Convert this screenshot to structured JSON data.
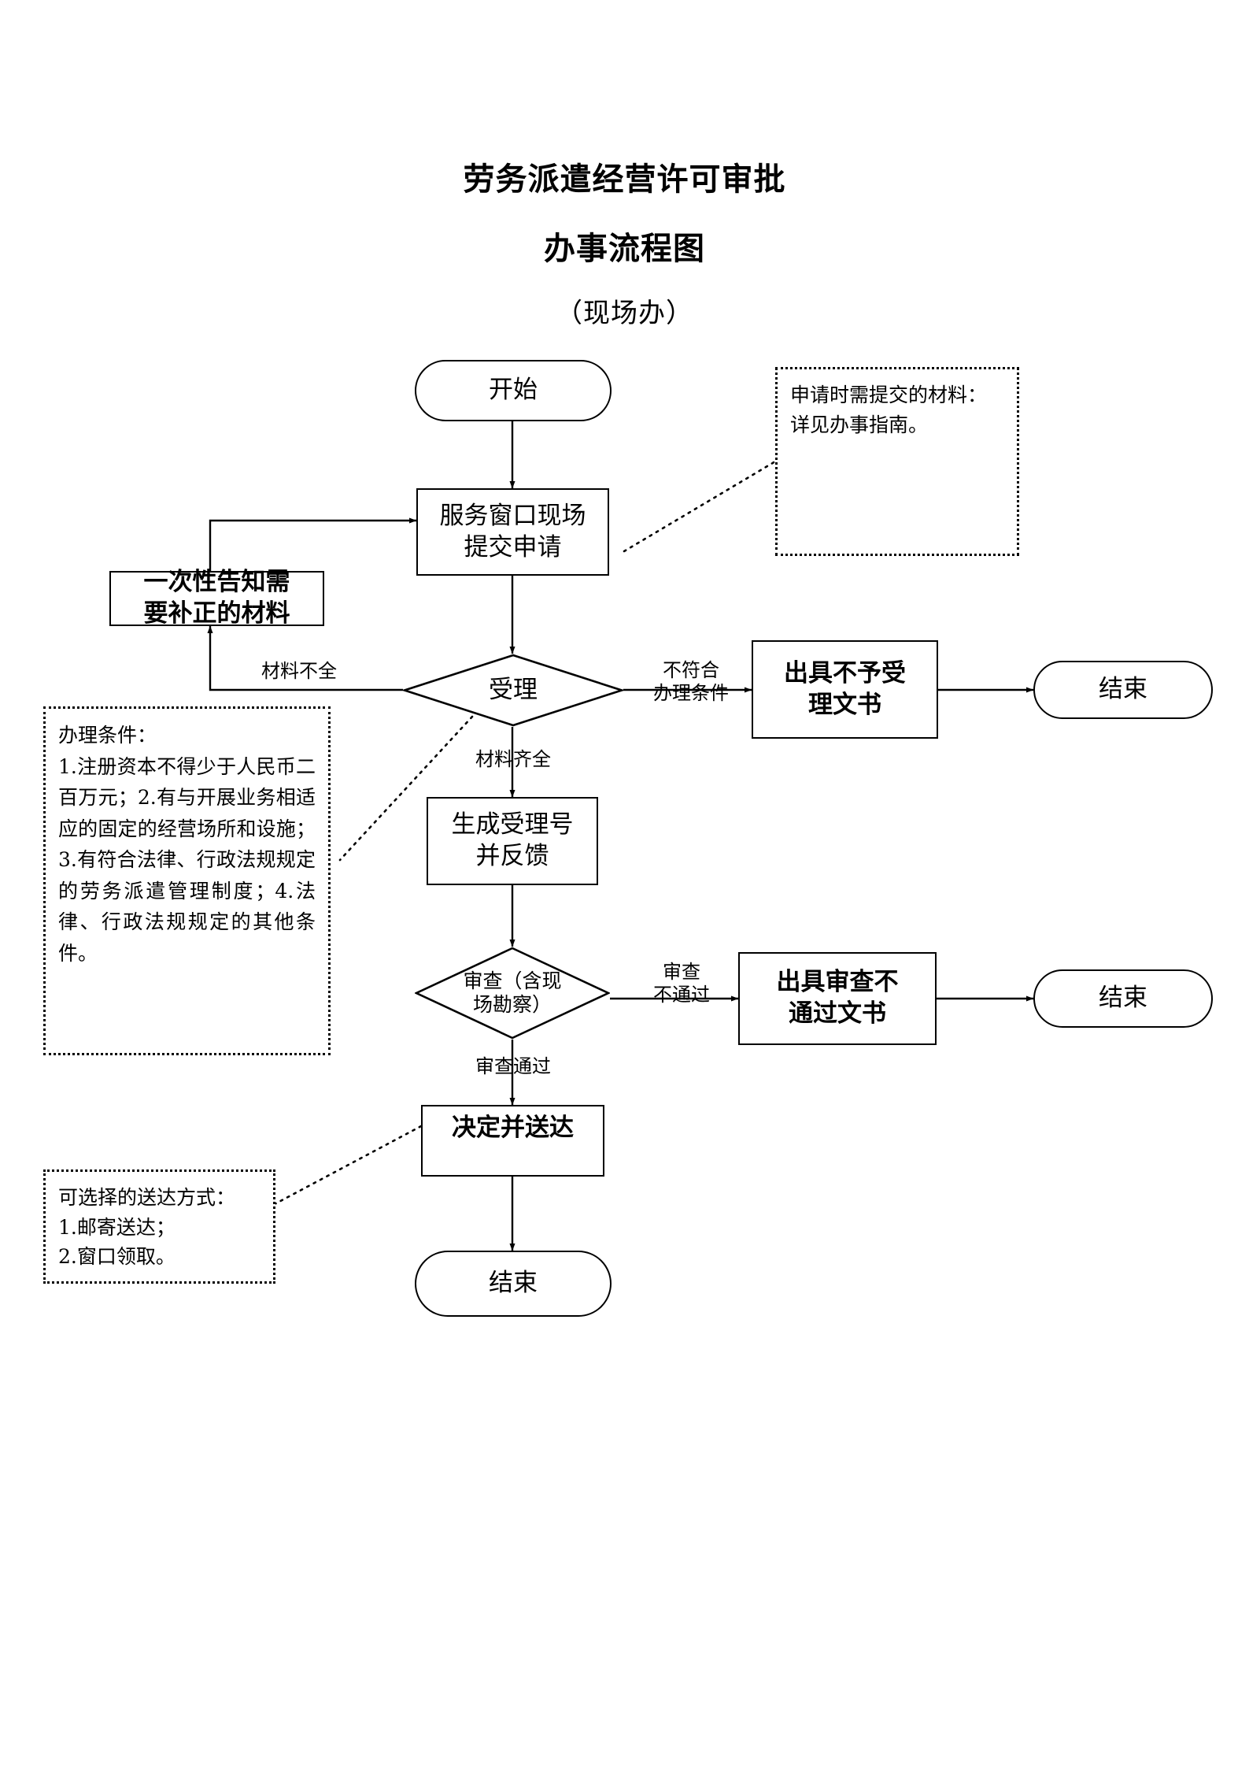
{
  "title": {
    "line1": "劳务派遣经营许可审批",
    "line2": "办事流程图",
    "line3": "（现场办）"
  },
  "nodes": {
    "start": "开始",
    "submit": "服务窗口现场\n提交申请",
    "notify_supplement": "一次性告知需\n要补正的材料",
    "accept_decision": "受理",
    "issue_reject_acceptance": "出具不予受\n理文书",
    "end_reject_acceptance": "结束",
    "generate_number": "生成受理号\n并反馈",
    "review_decision": "审查（含现\n场勘察）",
    "issue_review_fail": "出具审查不\n通过文书",
    "end_review_fail": "结束",
    "decide_deliver": "决定并送达",
    "end_final": "结束"
  },
  "edge_labels": {
    "materials_incomplete": "材料不全",
    "not_meet_conditions": "不符合\n办理条件",
    "materials_complete": "材料齐全",
    "review_fail": "审查\n不通过",
    "review_pass": "审查通过"
  },
  "notes": {
    "application_materials": "申请时需提交的材料：\n详见办事指南。",
    "handling_conditions": "办理条件：\n1.注册资本不得少于人民币二百万元；2.有与开展业务相适应的固定的经营场所和设施；3.有符合法律、行政法规规定的劳务派遣管理制度；4.法律、行政法规规定的其他条件。",
    "delivery_methods": "可选择的送达方式：\n1.邮寄送达；\n2.窗口领取。"
  },
  "colors": {
    "stroke": "#000000",
    "background": "#ffffff",
    "text": "#000000"
  },
  "chart_data": {
    "type": "flowchart",
    "title": "劳务派遣经营许可审批 办事流程图（现场办）",
    "nodes": [
      {
        "id": "start",
        "shape": "terminator",
        "label": "开始"
      },
      {
        "id": "submit",
        "shape": "process",
        "label": "服务窗口现场提交申请"
      },
      {
        "id": "notify_supplement",
        "shape": "process",
        "label": "一次性告知需要补正的材料"
      },
      {
        "id": "accept",
        "shape": "decision",
        "label": "受理"
      },
      {
        "id": "issue_reject",
        "shape": "process",
        "label": "出具不予受理文书"
      },
      {
        "id": "end1",
        "shape": "terminator",
        "label": "结束"
      },
      {
        "id": "generate_number",
        "shape": "process",
        "label": "生成受理号并反馈"
      },
      {
        "id": "review",
        "shape": "decision",
        "label": "审查（含现场勘察）"
      },
      {
        "id": "issue_review_fail",
        "shape": "process",
        "label": "出具审查不通过文书"
      },
      {
        "id": "end2",
        "shape": "terminator",
        "label": "结束"
      },
      {
        "id": "decide_deliver",
        "shape": "process",
        "label": "决定并送达"
      },
      {
        "id": "end3",
        "shape": "terminator",
        "label": "结束"
      }
    ],
    "edges": [
      {
        "from": "start",
        "to": "submit",
        "label": ""
      },
      {
        "from": "submit",
        "to": "accept",
        "label": ""
      },
      {
        "from": "accept",
        "to": "notify_supplement",
        "label": "材料不全"
      },
      {
        "from": "notify_supplement",
        "to": "submit",
        "label": ""
      },
      {
        "from": "accept",
        "to": "issue_reject",
        "label": "不符合办理条件"
      },
      {
        "from": "issue_reject",
        "to": "end1",
        "label": ""
      },
      {
        "from": "accept",
        "to": "generate_number",
        "label": "材料齐全"
      },
      {
        "from": "generate_number",
        "to": "review",
        "label": ""
      },
      {
        "from": "review",
        "to": "issue_review_fail",
        "label": "审查不通过"
      },
      {
        "from": "issue_review_fail",
        "to": "end2",
        "label": ""
      },
      {
        "from": "review",
        "to": "decide_deliver",
        "label": "审查通过"
      },
      {
        "from": "decide_deliver",
        "to": "end3",
        "label": ""
      }
    ],
    "annotations": [
      {
        "attached_to": "submit",
        "text": "申请时需提交的材料：详见办事指南。"
      },
      {
        "attached_to": "accept",
        "text": "办理条件：1.注册资本不得少于人民币二百万元；2.有与开展业务相适应的固定的经营场所和设施；3.有符合法律、行政法规规定的劳务派遣管理制度；4.法律、行政法规规定的其他条件。"
      },
      {
        "attached_to": "decide_deliver",
        "text": "可选择的送达方式：1.邮寄送达；2.窗口领取。"
      }
    ]
  }
}
